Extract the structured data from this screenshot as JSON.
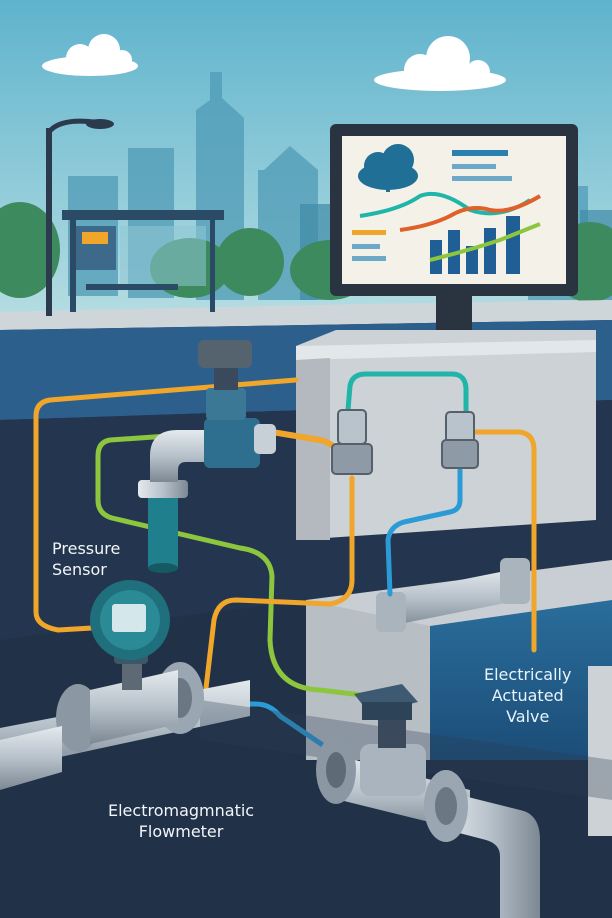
{
  "labels": {
    "pressure_sensor": [
      "Pressure",
      "Sensor"
    ],
    "flowmeter": [
      "Electromagmnatic",
      "Flowmeter"
    ],
    "valve": [
      "Electrically",
      "Actuated",
      "Valve"
    ]
  },
  "colors": {
    "sky_top": "#5fb3cd",
    "sky_bottom": "#a9d6df",
    "ground": "#24364f",
    "water": "#2f6f9a",
    "pipe": "#b9c3cc",
    "concrete": "#cfd4d8",
    "wire_orange": "#f0a62a",
    "wire_green": "#8cc63f",
    "wire_blue": "#2b9bd6",
    "wire_teal": "#20b5a8",
    "device_teal": "#1f7f8c",
    "monitor_frame": "#2a3340"
  },
  "icons": [
    "cloud-icon",
    "bar-chart-icon",
    "street-lamp-icon",
    "bus-stop-icon"
  ]
}
